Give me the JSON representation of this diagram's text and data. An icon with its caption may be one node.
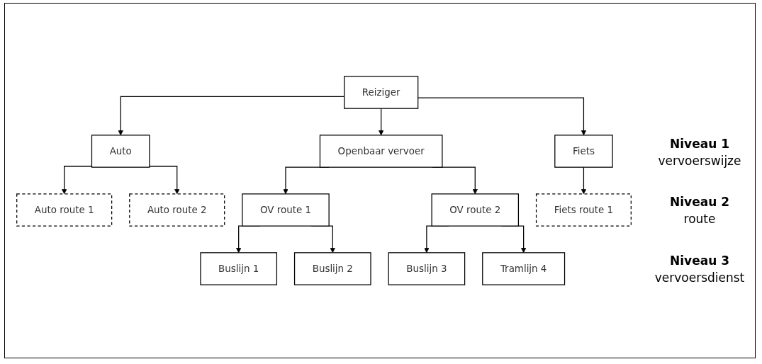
{
  "diagram": {
    "nodes": [
      {
        "text": [
          "Reiziger"
        ]
      },
      {
        "text": [
          "Auto"
        ]
      },
      {
        "text": [
          "Openbaar vervoer"
        ]
      },
      {
        "text": [
          "Fiets"
        ]
      },
      {
        "text": [
          "Auto route 1"
        ]
      },
      {
        "text": [
          "Auto route 2"
        ]
      },
      {
        "text": [
          "OV route 1"
        ]
      },
      {
        "text": [
          "OV route 2"
        ]
      },
      {
        "text": [
          "Fiets route 1"
        ]
      },
      {
        "text": [
          "Buslijn 1"
        ]
      },
      {
        "text": [
          "Buslijn 2"
        ]
      },
      {
        "text": [
          "Buslijn 3"
        ]
      },
      {
        "text": [
          "Tramlijn 4"
        ]
      }
    ],
    "edges": [
      {
        "from": 0,
        "to": 1,
        "arrow": "to"
      },
      {
        "from": 0,
        "to": 2,
        "arrow": "to"
      },
      {
        "from": 0,
        "to": 3,
        "arrow": "to"
      },
      {
        "from": 1,
        "to": 4,
        "arrow": "to"
      },
      {
        "from": 1,
        "to": 5,
        "arrow": "to"
      },
      {
        "from": 2,
        "to": 6,
        "arrow": "to"
      },
      {
        "from": 2,
        "to": 7,
        "arrow": "to"
      },
      {
        "from": 3,
        "to": 8,
        "arrow": "to"
      },
      {
        "from": 6,
        "to": 9,
        "arrow": "to"
      },
      {
        "from": 6,
        "to": 10,
        "arrow": "to"
      },
      {
        "from": 7,
        "to": 11,
        "arrow": "to"
      },
      {
        "from": 7,
        "to": 12,
        "arrow": "to"
      }
    ],
    "labels": [
      "Niveau 1",
      "vervoerswijze",
      "Niveau 2",
      "route",
      "Niveau 3",
      "vervoersdienst"
    ]
  }
}
